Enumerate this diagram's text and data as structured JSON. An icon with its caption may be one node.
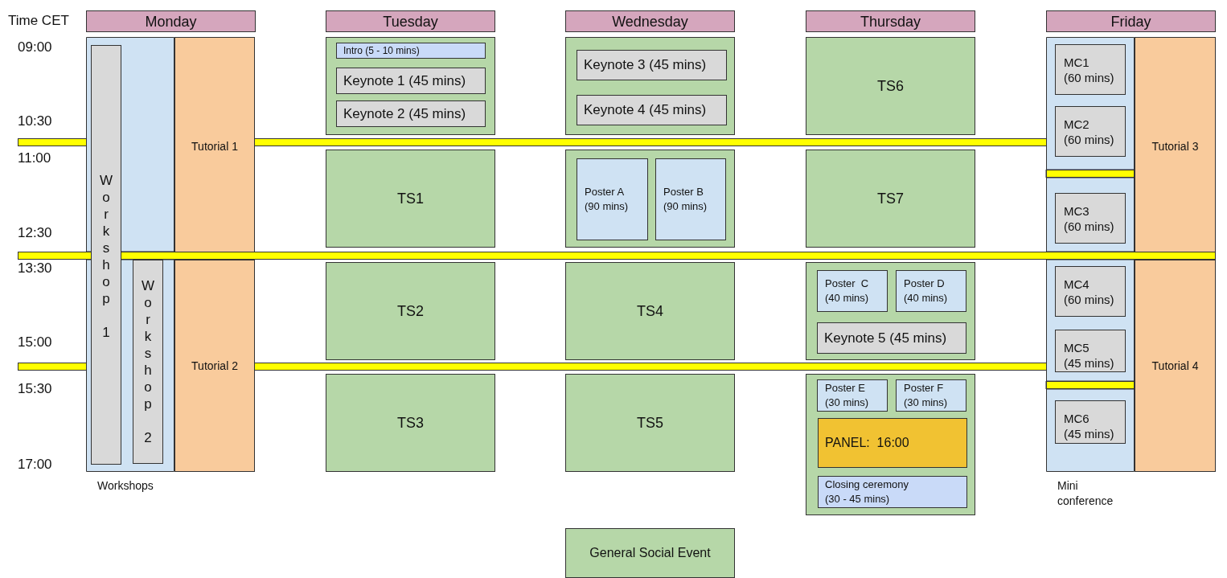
{
  "diagram": {
    "nodes": [
      {
        "text": [
          "Monday"
        ]
      },
      {
        "text": [
          "Tuesday"
        ]
      },
      {
        "text": [
          "Wednesday"
        ]
      },
      {
        "text": [
          "Thursday"
        ]
      },
      {
        "text": [
          "Friday"
        ]
      },
      {
        "text": [
          "Workshops"
        ]
      },
      {
        "text": [
          "Workshop 1"
        ],
        "in": 5
      },
      {
        "text": [
          "Workshop 2"
        ],
        "in": 5
      },
      {
        "text": [
          "Tutorial 1"
        ]
      },
      {
        "text": [
          "Tutorial 2"
        ]
      },
      {
        "text": [],
        "shape": "box"
      },
      {
        "text": [
          "Intro (5 - 10 mins)"
        ],
        "in": 10
      },
      {
        "text": [
          "Keynote 1 (45 mins)"
        ],
        "in": 10
      },
      {
        "text": [
          "Keynote 2 (45 mins)"
        ],
        "in": 10
      },
      {
        "text": [
          "TS1"
        ]
      },
      {
        "text": [
          "TS2"
        ]
      },
      {
        "text": [
          "TS3"
        ]
      },
      {
        "text": [],
        "shape": "box"
      },
      {
        "text": [
          "Keynote 3 (45 mins)"
        ],
        "in": 17
      },
      {
        "text": [
          "Keynote 4 (45 mins)"
        ],
        "in": 17
      },
      {
        "text": [],
        "shape": "box"
      },
      {
        "text": [
          "Poster A",
          "(90 mins)"
        ],
        "in": 20
      },
      {
        "text": [
          "Poster B",
          "(90 mins)"
        ],
        "in": 20
      },
      {
        "text": [
          "TS4"
        ]
      },
      {
        "text": [
          "TS5"
        ]
      },
      {
        "text": [
          "General Social Event"
        ]
      },
      {
        "text": [
          "TS6"
        ]
      },
      {
        "text": [
          "TS7"
        ]
      },
      {
        "text": [],
        "shape": "box"
      },
      {
        "text": [
          "Poster  C",
          "(40 mins)"
        ],
        "in": 28
      },
      {
        "text": [
          "Poster D",
          "(40 mins)"
        ],
        "in": 28
      },
      {
        "text": [
          "Keynote 5 (45 mins)"
        ],
        "in": 28
      },
      {
        "text": [],
        "shape": "box"
      },
      {
        "text": [
          "Poster E",
          "(30 mins)"
        ],
        "in": 32
      },
      {
        "text": [
          "Poster F",
          "(30 mins)"
        ],
        "in": 32
      },
      {
        "text": [
          "PANEL:  16:00"
        ],
        "in": 32
      },
      {
        "text": [
          "Closing ceremony",
          "(30 - 45 mins)"
        ],
        "in": 32
      },
      {
        "text": [
          "Mini conference"
        ]
      },
      {
        "text": [
          "MC1",
          "(60 mins)"
        ],
        "in": 37
      },
      {
        "text": [
          "MC2",
          "(60 mins)"
        ],
        "in": 37
      },
      {
        "text": [
          "MC3",
          "(60 mins)"
        ],
        "in": 37
      },
      {
        "text": [
          "MC4",
          "(60 mins)"
        ],
        "in": 37
      },
      {
        "text": [
          "MC5",
          "(45 mins)"
        ],
        "in": 37
      },
      {
        "text": [
          "MC6",
          "(45 mins)"
        ],
        "in": 37
      },
      {
        "text": [
          "Tutorial 3"
        ]
      },
      {
        "text": [
          "Tutorial 4"
        ]
      }
    ],
    "labels": [
      "Time CET",
      "09:00",
      "10:30",
      "11:00",
      "12:30",
      "13:30",
      "15:00",
      "15:30",
      "17:00"
    ]
  }
}
